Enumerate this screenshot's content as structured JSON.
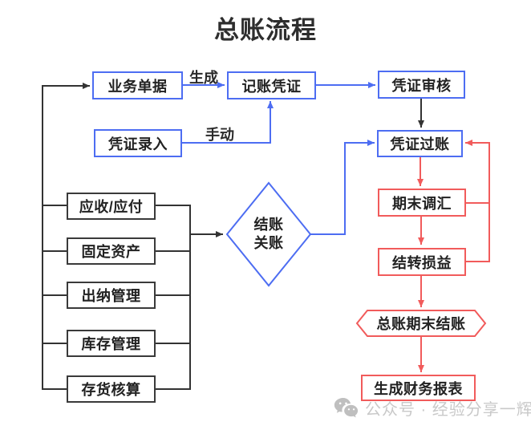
{
  "title": "总账流程",
  "nodes": {
    "business_doc": "业务单据",
    "journal_voucher": "记账凭证",
    "voucher_audit": "凭证审核",
    "voucher_entry": "凭证录入",
    "voucher_posting": "凭证过账",
    "period_end_fx_adjust": "期末调汇",
    "carry_over_profit_loss": "结转损益",
    "gl_period_end_close": "总账期末结账",
    "generate_financial_reports": "生成财务报表",
    "close_books_decision": "结账\n关账"
  },
  "modules": [
    {
      "label": "应收/应付"
    },
    {
      "label": "固定资产"
    },
    {
      "label": "出纳管理"
    },
    {
      "label": "库存管理"
    },
    {
      "label": "存货核算"
    }
  ],
  "edge_labels": {
    "generate": "生成",
    "manual": "手动"
  },
  "watermark": {
    "text": "公众号 · 经验分享一辉",
    "icon": "wechat-icon"
  },
  "colors": {
    "blue": "#4d6df2",
    "red": "#f15b5b",
    "black": "#333333"
  }
}
